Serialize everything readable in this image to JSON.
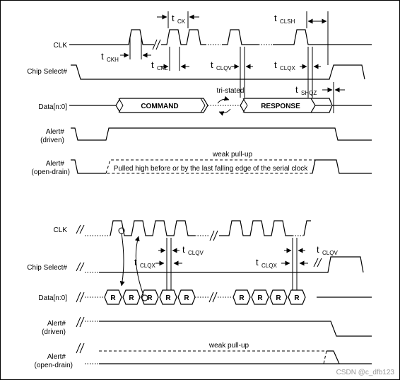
{
  "top": {
    "signals": [
      "CLK",
      "Chip Select#",
      "Data[n:0]",
      "Alert#",
      "(driven)",
      "Alert#",
      "(open-drain)"
    ],
    "timing": {
      "tck": {
        "sym": "t",
        "sub": "CK"
      },
      "tclsh": {
        "sym": "t",
        "sub": "CLSH"
      },
      "tckh": {
        "sym": "t",
        "sub": "CKH"
      },
      "tckl": {
        "sym": "t",
        "sub": "CKL"
      },
      "tclqv": {
        "sym": "t",
        "sub": "CLQV"
      },
      "tclqx": {
        "sym": "t",
        "sub": "CLQX"
      },
      "tshqz": {
        "sym": "t",
        "sub": "SHQZ"
      }
    },
    "command": "COMMAND",
    "response": "RESPONSE",
    "tri_stated": "tri-stated",
    "weak_pullup": "weak pull-up",
    "pulled_high_note": "Pulled high before or by the last falling edge of the serial clock"
  },
  "bottom": {
    "signals": [
      "CLK",
      "Chip Select#",
      "Data[n:0]",
      "Alert#",
      "(driven)",
      "Alert#",
      "(open-drain)"
    ],
    "timing": {
      "tclqv_a": {
        "sym": "t",
        "sub": "CLQV"
      },
      "tclqx_a": {
        "sym": "t",
        "sub": "CLQX"
      },
      "tclqv_b": {
        "sym": "t",
        "sub": "CLQV"
      },
      "tclqx_b": {
        "sym": "t",
        "sub": "CLQX"
      }
    },
    "r": "R",
    "weak_pullup": "weak pull-up"
  },
  "watermark": "CSDN @c_dfb123"
}
